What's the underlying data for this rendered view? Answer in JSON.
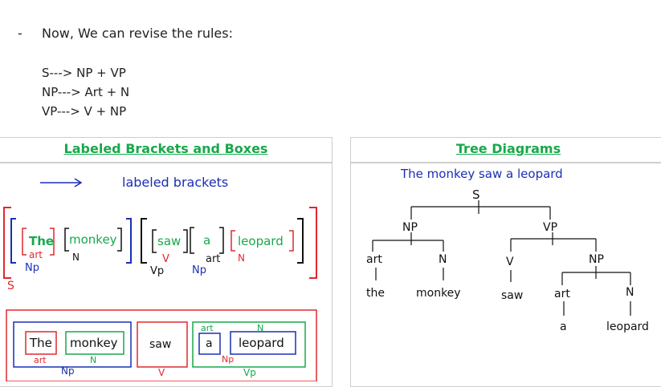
{
  "intro": {
    "bullet": "-",
    "heading": "Now, We can revise the rules:",
    "rules": [
      "S---> NP + VP",
      "NP---> Art + N",
      "VP---> V + NP"
    ]
  },
  "left_panel": {
    "title": "Labeled Brackets and Boxes",
    "legend_label": "labeled brackets",
    "brackets": {
      "the": "The",
      "art_tag": "art",
      "np_tag1": "Np",
      "monkey": "monkey",
      "n_tag1": "N",
      "saw": "saw",
      "v_tag": "V",
      "vp_tag": "Vp",
      "a": "a",
      "art_tag2": "art",
      "np_tag2": "Np",
      "leopard": "leopard",
      "n_tag2": "N",
      "s_tag": "S"
    },
    "boxes": {
      "the": "The",
      "art": "art",
      "monkey": "monkey",
      "n": "N",
      "np": "Np",
      "saw": "saw",
      "v": "V",
      "art2": "art",
      "n2": "N",
      "a": "a",
      "leopard": "leopard",
      "np2": "Np",
      "vp": "Vp"
    }
  },
  "right_panel": {
    "title": "Tree Diagrams",
    "sentence": "The monkey saw a leopard",
    "tree": {
      "s": "S",
      "np": "NP",
      "vp": "VP",
      "art": "art",
      "n": "N",
      "the": "the",
      "monkey": "monkey",
      "v": "V",
      "saw": "saw",
      "np2": "NP",
      "art2": "art",
      "n2": "N",
      "a": "a",
      "leopard": "leopard"
    }
  },
  "colors": {
    "red": "#e0282e",
    "blue": "#1a2fb5",
    "green": "#18a84a",
    "black": "#111111"
  }
}
